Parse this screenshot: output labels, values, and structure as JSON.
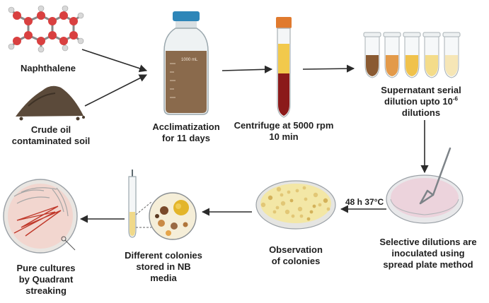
{
  "labels": {
    "naphthalene": "Naphthalene",
    "soil_line1": "Crude oil",
    "soil_line2": "contaminated soil",
    "acclim_line1": "Acclimatization",
    "acclim_line2": "for 11 days",
    "centrifuge_line1": "Centrifuge at 5000 rpm",
    "centrifuge_line2": "10 min",
    "supernatant_line1": "Supernatant serial",
    "supernatant_line2_prefix": "dilution upto 10",
    "supernatant_line2_exp": "-6",
    "supernatant_line3": "dilutions",
    "inoculate_line1": "Selective dilutions are",
    "inoculate_line2": "inoculated using",
    "inoculate_line3": "spread plate method",
    "incubation": "48 h 37°C",
    "observation_line1": "Observation",
    "observation_line2": "of colonies",
    "stored_line1": "Different colonies",
    "stored_line2": "stored in NB",
    "stored_line3": "media",
    "pure_line1": "Pure cultures",
    "pure_line2": "by Quadrant",
    "pure_line3": "streaking",
    "jar_volume": "1000 mL"
  },
  "colors": {
    "arrow": "#2b2b2b",
    "soil": "#5b4a3a",
    "jar_liquid": "#8a6a4c",
    "jar_cap": "#2e86b8",
    "pellet": "#8b1a1a",
    "tube_cap": "#e07a2e",
    "agar_yellow": "#f3e7a6",
    "agar_pink": "#ecd3dc",
    "streak": "#c0392b"
  },
  "dilution_tube_colors": [
    "#8a5a32",
    "#e39a4a",
    "#f0c24c",
    "#f4dc8a",
    "#f6e6b6"
  ]
}
